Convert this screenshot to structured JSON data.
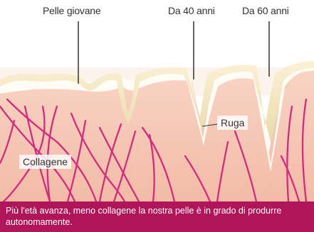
{
  "labels": {
    "young_skin": "Pelle giovane",
    "age_40": "Da 40 anni",
    "age_60": "Da 60 anni",
    "wrinkle": "Ruga",
    "collagen": "Collagene"
  },
  "caption": "Più l'età avanza, meno collagene la nostra pelle è in grado di produrre autonomamente.",
  "colors": {
    "caption_bg": "#b0155a",
    "collagen_fiber": "#d62a7d",
    "dermis": "#f6c9b8",
    "epidermis": "#f7e9c4"
  }
}
